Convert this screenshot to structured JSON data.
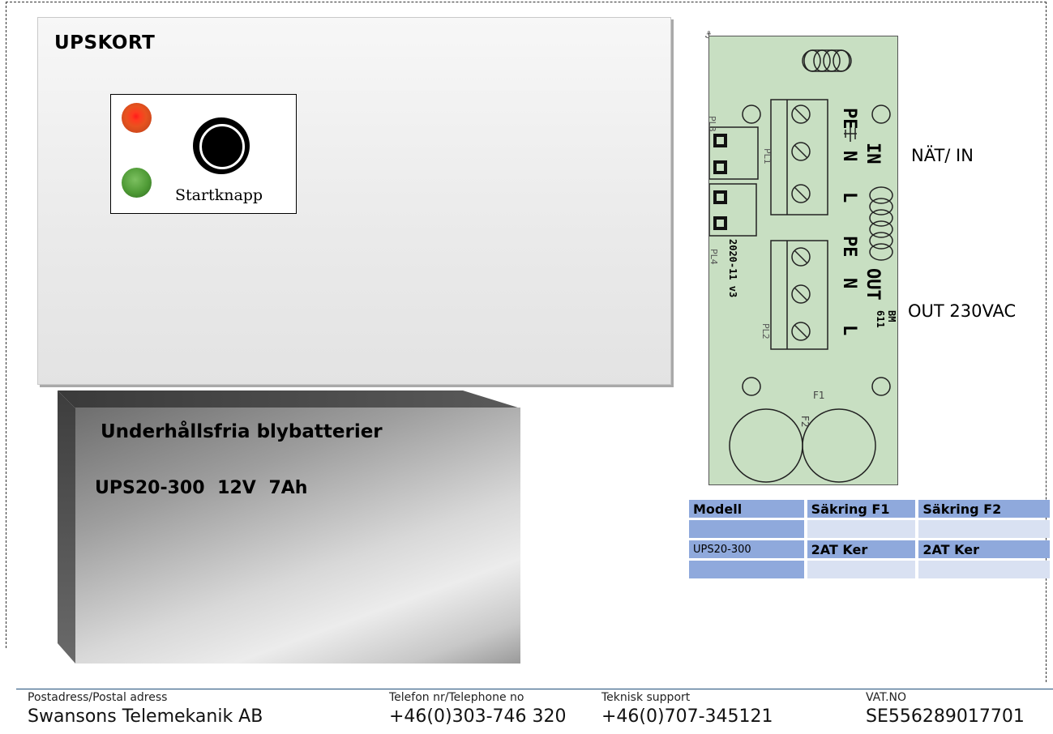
{
  "card": {
    "title": "UPSKORT",
    "start_label": "Startknapp"
  },
  "battery": {
    "title": "Underhållsfria blybatterier",
    "model": "UPS20-300   12V 7Ah"
  },
  "pcb": {
    "labels": {
      "pl3": "PL3",
      "pl1": "PL1",
      "pl4": "PL4",
      "pl2": "PL2",
      "in_pe": "PE",
      "in_n": "N",
      "in_l": "L",
      "in": "IN",
      "out_pe": "PE",
      "out_n": "N",
      "out_l": "L",
      "out": "OUT",
      "date": "2020-11 v3",
      "bm": "BM 611",
      "f1": "F1",
      "f2": "F2"
    }
  },
  "side_labels": {
    "in": "NÄT/ IN",
    "out": "OUT 230VAC"
  },
  "fuse_table": {
    "headers": [
      "Modell",
      "Säkring F1",
      "Säkring F2"
    ],
    "rows": [
      [
        "",
        "",
        ""
      ],
      [
        "UPS20-300",
        "2AT Ker",
        "2AT Ker"
      ],
      [
        "",
        "",
        ""
      ]
    ]
  },
  "footer": {
    "postal_label": "Postadress/Postal adress",
    "postal_value": "Swansons Telemekanik AB",
    "phone_label": "Telefon nr/Telephone no",
    "phone_value": "+46(0)303-746 320",
    "support_label": "Teknisk support",
    "support_value": "+46(0)707-345121",
    "vat_label": "VAT.NO",
    "vat_value": "SE556289017701"
  }
}
